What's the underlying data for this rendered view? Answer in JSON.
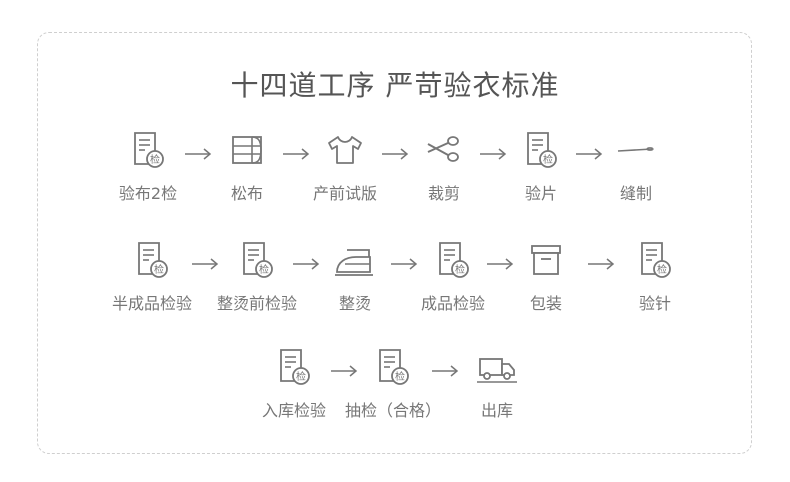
{
  "title": "十四道工序  严苛验衣标准",
  "rows": [
    [
      {
        "label": "验布2检",
        "icon": "document-check-icon"
      },
      {
        "label": "松布",
        "icon": "fabric-roll-icon"
      },
      {
        "label": "产前试版",
        "icon": "tshirt-icon"
      },
      {
        "label": "裁剪",
        "icon": "scissors-icon"
      },
      {
        "label": "验片",
        "icon": "document-check-icon"
      },
      {
        "label": "缝制",
        "icon": "needle-icon"
      }
    ],
    [
      {
        "label": "半成品检验",
        "icon": "document-check-icon"
      },
      {
        "label": "整烫前检验",
        "icon": "document-check-icon"
      },
      {
        "label": "整烫",
        "icon": "iron-icon"
      },
      {
        "label": "成品检验",
        "icon": "document-check-icon"
      },
      {
        "label": "包装",
        "icon": "box-icon"
      },
      {
        "label": "验针",
        "icon": "document-check-icon"
      }
    ],
    [
      {
        "label": "入库检验",
        "icon": "document-check-icon"
      },
      {
        "label": "抽检（合格）",
        "icon": "document-check-icon"
      },
      {
        "label": "出库",
        "icon": "truck-icon"
      }
    ]
  ],
  "badge_char": "检",
  "colors": {
    "icon": "#777777",
    "text": "#777777",
    "title": "#555555",
    "border": "#cfcfcf"
  }
}
